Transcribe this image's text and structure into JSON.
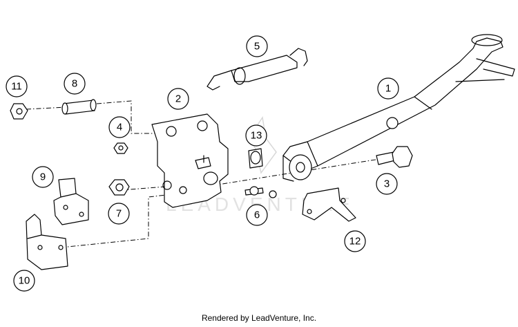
{
  "callouts": [
    "1",
    "2",
    "3",
    "4",
    "5",
    "6",
    "7",
    "8",
    "9",
    "10",
    "11",
    "12",
    "13"
  ],
  "watermark": {
    "text": "LEADVENTURE"
  },
  "footer": {
    "text": "Rendered by LeadVenture, Inc."
  }
}
